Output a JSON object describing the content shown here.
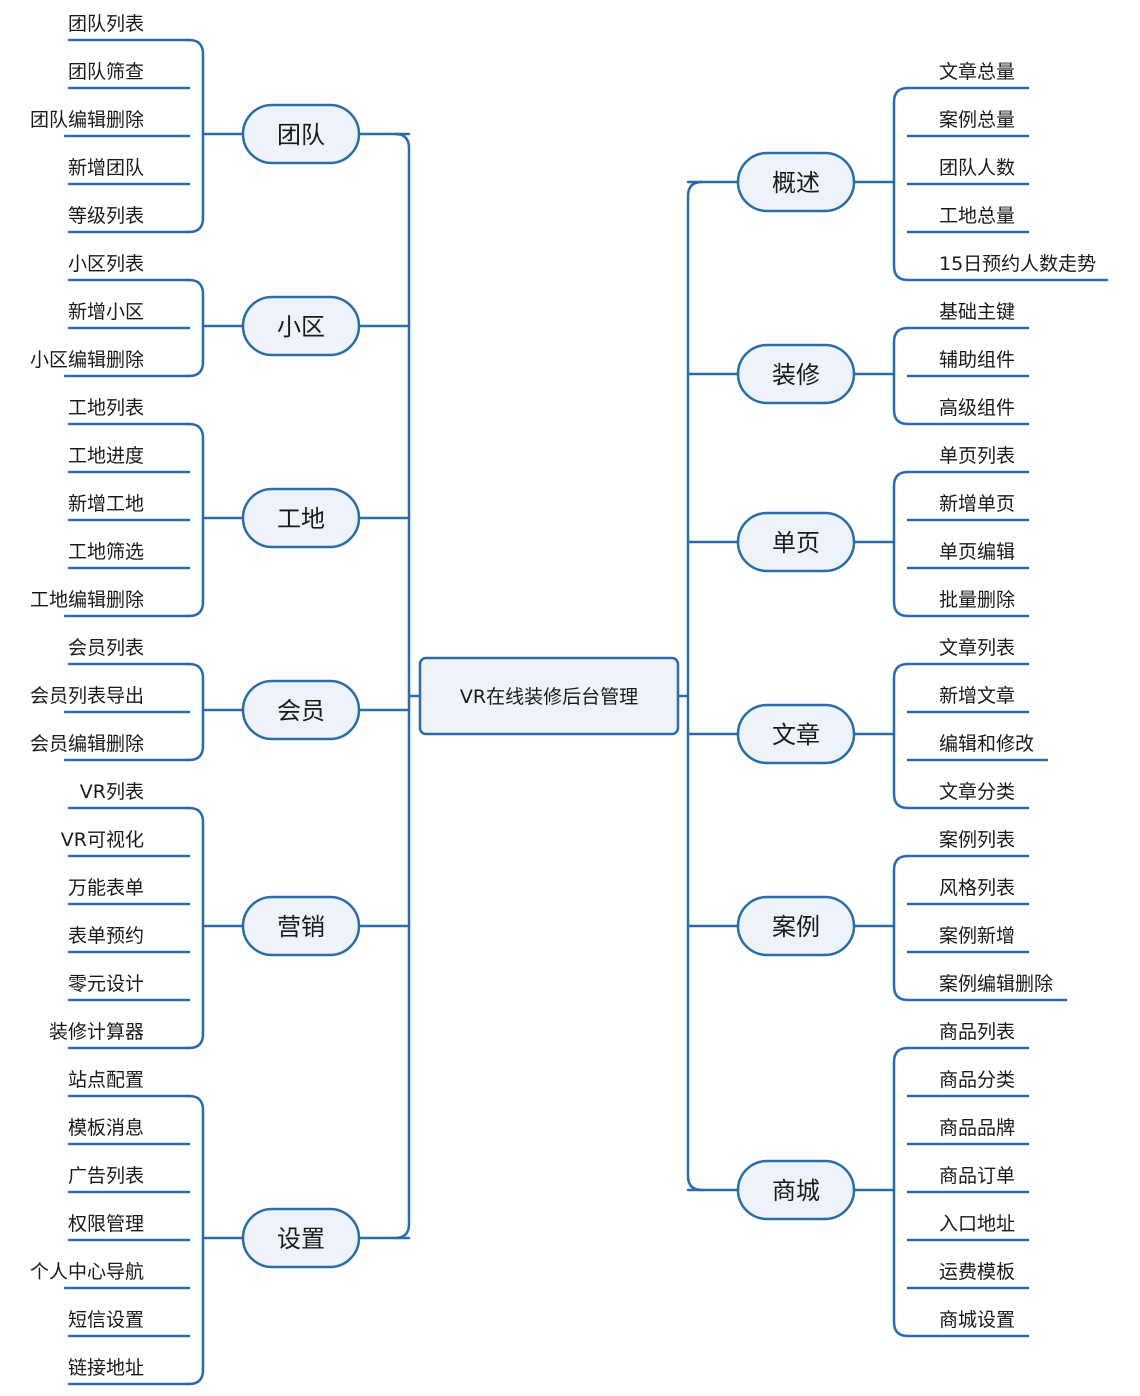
{
  "root": {
    "label": "VR在线装修后台管理"
  },
  "left_branches": [
    {
      "label": "团队",
      "children": [
        "团队列表",
        "团队筛查",
        "团队编辑删除",
        "新增团队",
        "等级列表"
      ]
    },
    {
      "label": "小区",
      "children": [
        "小区列表",
        "新增小区",
        "小区编辑删除"
      ]
    },
    {
      "label": "工地",
      "children": [
        "工地列表",
        "工地进度",
        "新增工地",
        "工地筛选",
        "工地编辑删除"
      ]
    },
    {
      "label": "会员",
      "children": [
        "会员列表",
        "会员列表导出",
        "会员编辑删除"
      ]
    },
    {
      "label": "营销",
      "children": [
        "VR列表",
        "VR可视化",
        "万能表单",
        "表单预约",
        "零元设计",
        "装修计算器"
      ]
    },
    {
      "label": "设置",
      "children": [
        "站点配置",
        "模板消息",
        "广告列表",
        "权限管理",
        "个人中心导航",
        "短信设置",
        "链接地址"
      ]
    }
  ],
  "right_branches": [
    {
      "label": "概述",
      "children": [
        "文章总量",
        "案例总量",
        "团队人数",
        "工地总量",
        "15日预约人数走势"
      ]
    },
    {
      "label": "装修",
      "children": [
        "基础主键",
        "辅助组件",
        "高级组件"
      ]
    },
    {
      "label": "单页",
      "children": [
        "单页列表",
        "新增单页",
        "单页编辑",
        "批量删除"
      ]
    },
    {
      "label": "文章",
      "children": [
        "文章列表",
        "新增文章",
        "编辑和修改",
        "文章分类"
      ]
    },
    {
      "label": "案例",
      "children": [
        "案例列表",
        "风格列表",
        "案例新增",
        "案例编辑删除"
      ]
    },
    {
      "label": "商城",
      "children": [
        "商品列表",
        "商品分类",
        "商品品牌",
        "商品订单",
        "入口地址",
        "运费模板",
        "商城设置"
      ]
    }
  ],
  "colors": {
    "line": "#2b6ca8",
    "box_fill": "#eef3f9",
    "text": "#1a1a1a"
  }
}
